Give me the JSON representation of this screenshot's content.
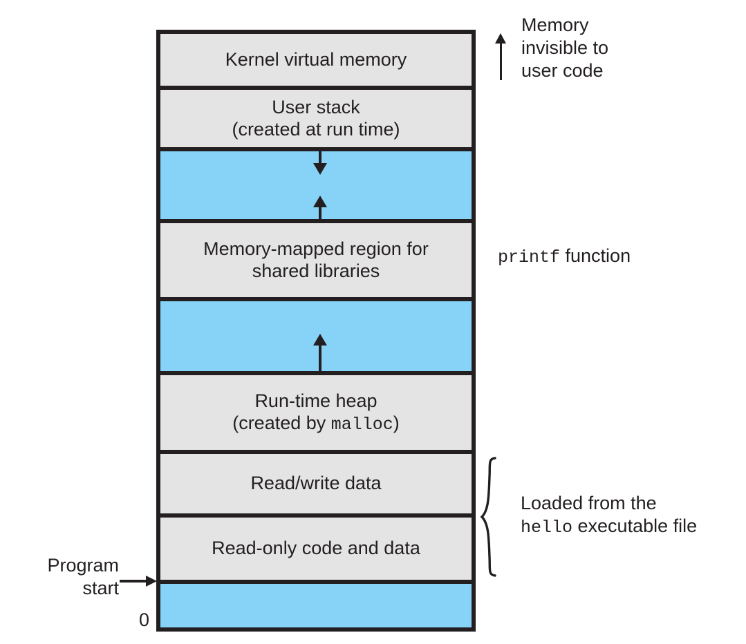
{
  "figure": {
    "title": "Process virtual address space",
    "colors": {
      "block_gray": "#e4e4e4",
      "block_blue": "#87d3f8",
      "stroke": "#231f20",
      "background": "#ffffff"
    }
  },
  "blocks": [
    {
      "id": "kernel-virtual-memory",
      "fill": "gray",
      "line1": "Kernel virtual memory",
      "line2": "",
      "mono_tail": ""
    },
    {
      "id": "user-stack",
      "fill": "gray",
      "line1": "User stack",
      "line2": "(created at run time)",
      "mono_tail": ""
    },
    {
      "id": "stack-gap",
      "fill": "blue",
      "line1": "",
      "line2": "",
      "mono_tail": ""
    },
    {
      "id": "memory-mapped-region",
      "fill": "gray",
      "line1": "Memory-mapped region for",
      "line2": "shared libraries",
      "mono_tail": ""
    },
    {
      "id": "heap-gap",
      "fill": "blue",
      "line1": "",
      "line2": "",
      "mono_tail": ""
    },
    {
      "id": "run-time-heap",
      "fill": "gray",
      "line1": "Run-time heap",
      "line2": "(created by ",
      "mono_tail": "malloc",
      "line2_end": ")"
    },
    {
      "id": "read-write-data",
      "fill": "gray",
      "line1": "Read/write data",
      "line2": "",
      "mono_tail": ""
    },
    {
      "id": "read-only-code-and-data",
      "fill": "gray",
      "line1": "Read-only code and data",
      "line2": "",
      "mono_tail": ""
    },
    {
      "id": "unused-low-memory",
      "fill": "blue",
      "line1": "",
      "line2": "",
      "mono_tail": ""
    }
  ],
  "arrows": {
    "stack_grows_down": "down-arrow",
    "stack_gap_up": "up-arrow",
    "heap_grows_up": "up-arrow",
    "kernel_note": "up-arrow",
    "program_start": "right-arrow"
  },
  "annotations": {
    "kernel_note": "Memory\ninvisible to\nuser code",
    "printf_mono": "printf",
    "printf_rest": " function",
    "loaded_line1": "Loaded from the",
    "loaded_mono": "hello",
    "loaded_rest": " executable file",
    "program_start": "Program\nstart",
    "zero": "0"
  }
}
